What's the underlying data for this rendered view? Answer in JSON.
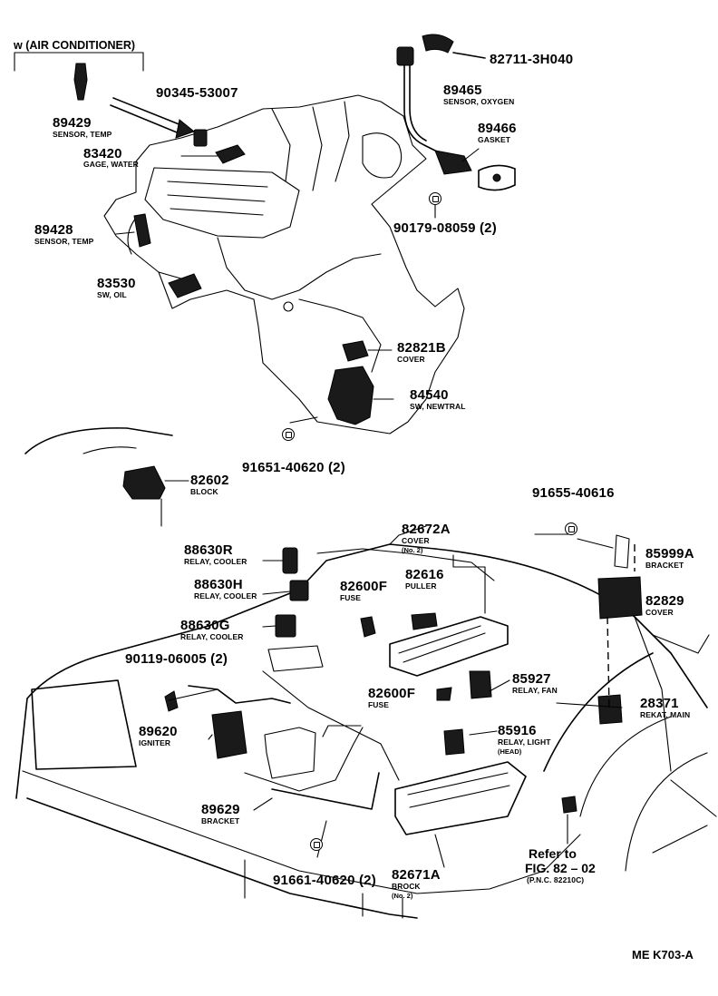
{
  "header": {
    "note": "w (AIR CONDITIONER)"
  },
  "parts": [
    {
      "id": "p89429",
      "number": "89429",
      "name": "SENSOR, TEMP"
    },
    {
      "id": "p90345",
      "number": "90345-53007",
      "name": ""
    },
    {
      "id": "p83420",
      "number": "83420",
      "name": "GAGE, WATER"
    },
    {
      "id": "p89428",
      "number": "89428",
      "name": "SENSOR, TEMP"
    },
    {
      "id": "p83530",
      "number": "83530",
      "name": "SW, OIL"
    },
    {
      "id": "p82711",
      "number": "82711-3H040",
      "name": ""
    },
    {
      "id": "p89465",
      "number": "89465",
      "name": "SENSOR, OXYGEN"
    },
    {
      "id": "p89466",
      "number": "89466",
      "name": "GASKET"
    },
    {
      "id": "p90179",
      "number": "90179-08059 (2)",
      "name": ""
    },
    {
      "id": "p82821",
      "number": "82821B",
      "name": "COVER"
    },
    {
      "id": "p84540",
      "number": "84540",
      "name": "SW, NEWTRAL"
    },
    {
      "id": "p91651",
      "number": "91651-40620 (2)",
      "name": ""
    },
    {
      "id": "p82602",
      "number": "82602",
      "name": "BLOCK"
    },
    {
      "id": "p91655",
      "number": "91655-40616",
      "name": ""
    },
    {
      "id": "p82672",
      "number": "82672A",
      "name": "COVER",
      "sub": "(No. 2)"
    },
    {
      "id": "p85999",
      "number": "85999A",
      "name": "BRACKET"
    },
    {
      "id": "p88630R",
      "number": "88630R",
      "name": "RELAY, COOLER"
    },
    {
      "id": "p82600a",
      "number": "82600F",
      "name": "FUSE"
    },
    {
      "id": "p82616",
      "number": "82616",
      "name": "PULLER"
    },
    {
      "id": "p82829",
      "number": "82829",
      "name": "COVER"
    },
    {
      "id": "p88630H",
      "number": "88630H",
      "name": "RELAY, COOLER"
    },
    {
      "id": "p88630G",
      "number": "88630G",
      "name": "RELAY, COOLER"
    },
    {
      "id": "p90119",
      "number": "90119-06005 (2)",
      "name": ""
    },
    {
      "id": "p82600b",
      "number": "82600F",
      "name": "FUSE"
    },
    {
      "id": "p85927",
      "number": "85927",
      "name": "RELAY, FAN"
    },
    {
      "id": "p28371",
      "number": "28371",
      "name": "REKAT, MAIN"
    },
    {
      "id": "p89620",
      "number": "89620",
      "name": "IGNITER"
    },
    {
      "id": "p85916",
      "number": "85916",
      "name": "RELAY, LIGHT",
      "sub": "(HEAD)"
    },
    {
      "id": "p89629",
      "number": "89629",
      "name": "BRACKET"
    },
    {
      "id": "p91661",
      "number": "91661-40620 (2)",
      "name": ""
    },
    {
      "id": "p82671",
      "number": "82671A",
      "name": "BROCK",
      "sub": "(No. 2)"
    }
  ],
  "reference": {
    "line1": "Refer to",
    "line2": "FIG. 82 – 02",
    "line3": "(P.N.C. 82210C)"
  },
  "footer": {
    "code": "ME K703-A"
  }
}
